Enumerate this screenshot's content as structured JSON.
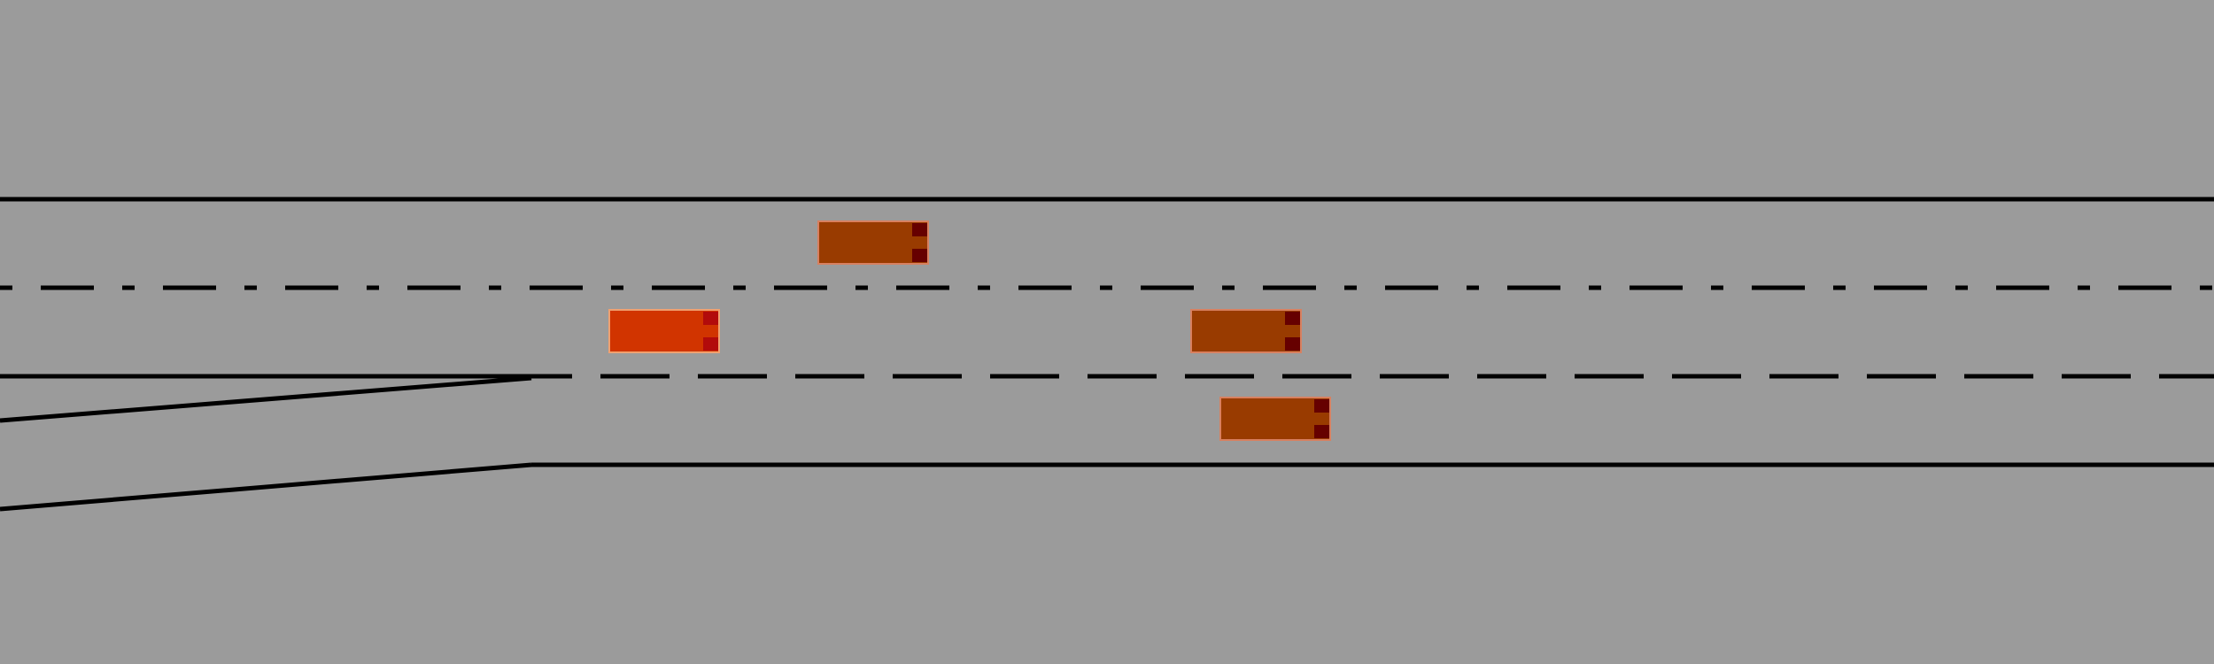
{
  "scene": {
    "background_color": "#9b9b9b",
    "line_color": "#000000",
    "lanes": 3,
    "on_ramp": true
  },
  "vehicles": [
    {
      "id": "ego",
      "role": "ego",
      "lane": 2,
      "color": "#d13400",
      "light_color": "#b20b0b"
    },
    {
      "id": "car-1",
      "role": "other",
      "lane": 1,
      "color": "#993b00",
      "light_color": "#660000"
    },
    {
      "id": "car-2",
      "role": "other",
      "lane": 2,
      "color": "#993b00",
      "light_color": "#660000"
    },
    {
      "id": "car-3",
      "role": "other",
      "lane": 3,
      "color": "#993b00",
      "light_color": "#660000"
    }
  ]
}
